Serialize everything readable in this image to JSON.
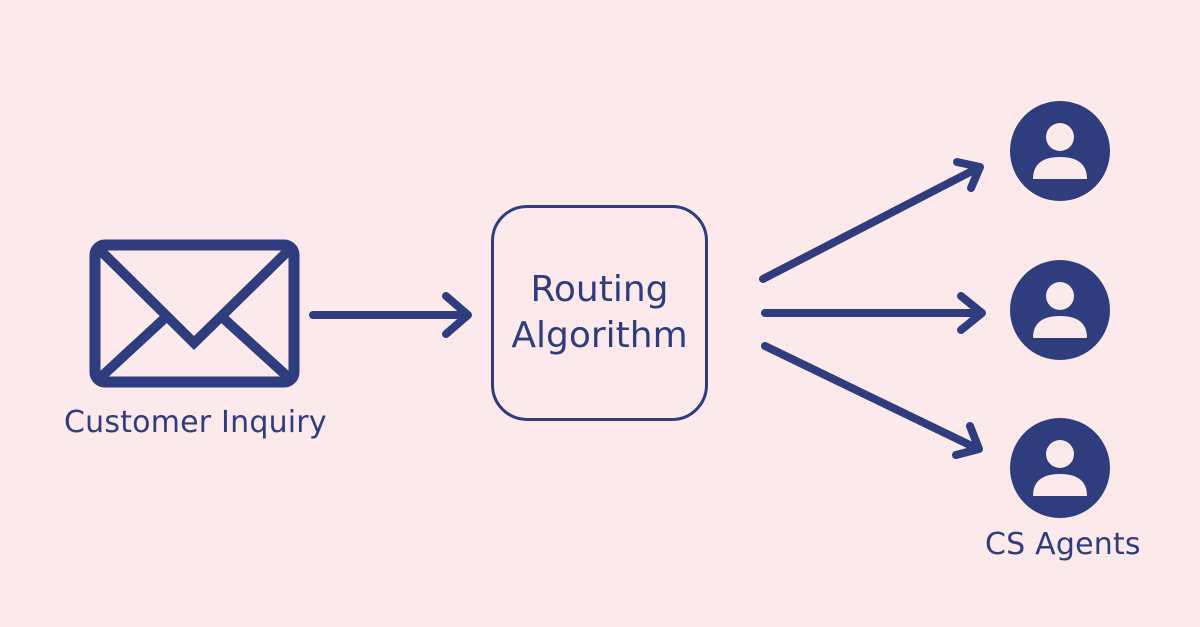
{
  "diagram": {
    "source_label": "Customer Inquiry",
    "router_line1": "Routing",
    "router_line2": "Algorithm",
    "target_label": "CS Agents",
    "agent_count": 3
  },
  "icons": {
    "source": "envelope-icon",
    "agent": "user-icon"
  },
  "colors": {
    "background": "#fbe9ec",
    "primary": "#2f3c7e",
    "icon_inner": "#fbe9ec"
  }
}
